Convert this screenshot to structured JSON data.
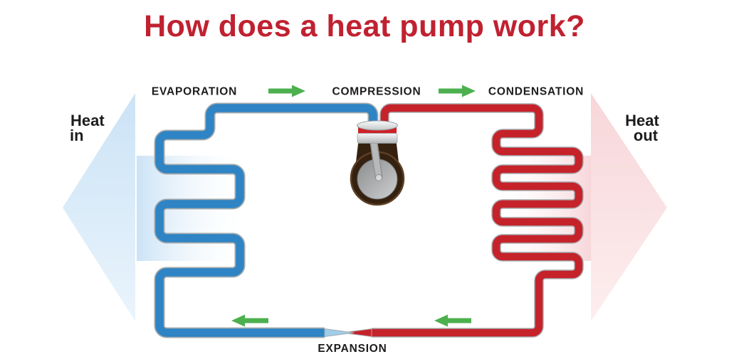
{
  "title": {
    "text": "How does a heat pump work?"
  },
  "cycle_labels": {
    "evaporation": "EVAPORATION",
    "compression": "COMPRESSION",
    "condensation": "CONDENSATION",
    "expansion": "EXPANSION"
  },
  "heat_flow_labels": {
    "left_line1": "Heat",
    "left_line2": "in",
    "right_line1": "Heat",
    "right_line2": "out"
  },
  "colors": {
    "title_red": "#c02130",
    "label_black": "#1c1c1c",
    "evaporator_pipe_blue": "#2e84c4",
    "evaporator_taper_light_blue": "#9fcde9",
    "condenser_pipe_red": "#c6222a",
    "flow_arrow_green": "#4cb04f",
    "pipe_outline_gray": "#a5abae",
    "heat_in_arrow_blue": "#cbe3f6",
    "heat_in_arrow_blue_light": "#eaf4fc",
    "heat_out_arrow_pink": "#f7d6d9",
    "heat_out_arrow_pink_light": "#fdeeef",
    "compressor_body_brown": "#35210f",
    "compressor_rim_brown": "#5d4026",
    "compressor_band_red": "#ce2127"
  }
}
